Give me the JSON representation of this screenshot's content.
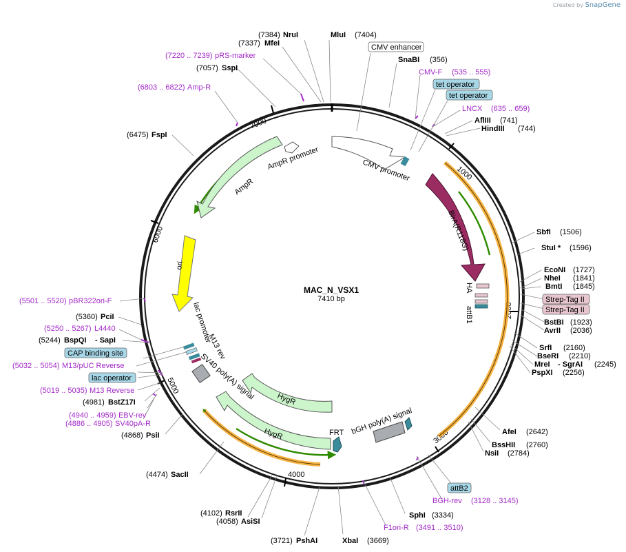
{
  "credit": {
    "prefix": "Created by",
    "brand": "SnapGene"
  },
  "plasmid": {
    "name": "MAC_N_VSX1",
    "size": "7410 bp"
  },
  "ticks": [
    {
      "label": "1000"
    },
    {
      "label": "2000"
    },
    {
      "label": "3000"
    },
    {
      "label": "4000"
    },
    {
      "label": "5000"
    },
    {
      "label": "6000"
    },
    {
      "label": "7000"
    }
  ],
  "sites_bold": [
    {
      "name": "NruI",
      "pos": "(7384)"
    },
    {
      "name": "MluI",
      "pos": "(7404)"
    },
    {
      "name": "MfeI",
      "pos": "(7337)"
    },
    {
      "name": "SnaBI",
      "pos": "(356)"
    },
    {
      "name": "SspI",
      "pos": "(7057)"
    },
    {
      "name": "AflIII",
      "pos": "(741)"
    },
    {
      "name": "HindIII",
      "pos": "(744)"
    },
    {
      "name": "FspI",
      "pos": "(6475)"
    },
    {
      "name": "SbfI",
      "pos": "(1506)"
    },
    {
      "name": "StuI *",
      "pos": "(1596)"
    },
    {
      "name": "EcoNI",
      "pos": "(1727)"
    },
    {
      "name": "NheI",
      "pos": "(1841)"
    },
    {
      "name": "BmtI",
      "pos": "(1845)"
    },
    {
      "name": "BstBI",
      "pos": "(1923)"
    },
    {
      "name": "AvrII",
      "pos": "(2036)"
    },
    {
      "name": "PciI",
      "pos": "(5360)"
    },
    {
      "name": "BspQI",
      "pos": "(5244)"
    },
    {
      "name": "SrfI",
      "pos": "(2160)"
    },
    {
      "name": "BseRI",
      "pos": "(2210)"
    },
    {
      "name": "MreI",
      "pos": "(2245)"
    },
    {
      "name": "PspXI",
      "pos": "(2256)"
    },
    {
      "name": "BstZ17I",
      "pos": "(4981)"
    },
    {
      "name": "PsiI",
      "pos": "(4868)"
    },
    {
      "name": "AfeI",
      "pos": "(2642)"
    },
    {
      "name": "BssHII",
      "pos": "(2760)"
    },
    {
      "name": "NsiI",
      "pos": "(2784)"
    },
    {
      "name": "SacII",
      "pos": "(4474)"
    },
    {
      "name": "RsrII",
      "pos": "(4102)"
    },
    {
      "name": "AsiSI",
      "pos": "(4058)"
    },
    {
      "name": "SphI",
      "pos": "(3334)"
    },
    {
      "name": "PshAI",
      "pos": "(3721)"
    },
    {
      "name": "XbaI",
      "pos": "(3669)"
    }
  ],
  "site_aliases": {
    "sapI": "- SapI",
    "sgrAI": "- SgrAI"
  },
  "primers": [
    {
      "name": "pRS-marker",
      "range": "(7220 .. 7239)"
    },
    {
      "name": "Amp-R",
      "range": "(6803 .. 6822)"
    },
    {
      "name": "CMV-F",
      "range": "(535 .. 555)"
    },
    {
      "name": "LNCX",
      "range": "(635 .. 659)"
    },
    {
      "name": "pBR322ori-F",
      "range": "(5501 .. 5520)"
    },
    {
      "name": "L4440",
      "range": "(5250 .. 5267)"
    },
    {
      "name": "M13/pUC Reverse",
      "range": "(5032 .. 5054)"
    },
    {
      "name": "M13 Reverse",
      "range": "(5019 .. 5035)"
    },
    {
      "name": "EBV-rev",
      "range": "(4940 .. 4959)"
    },
    {
      "name": "SV40pA-R",
      "range": "(4886 .. 4905)"
    },
    {
      "name": "BGH-rev",
      "range": "(3128 .. 3145)"
    },
    {
      "name": "F1ori-R",
      "range": "(3491 .. 3510)"
    }
  ],
  "boxed": [
    {
      "name": "CMV enhancer"
    },
    {
      "name": "tet operator"
    },
    {
      "name": "tet operator"
    },
    {
      "name": "Strep-Tag II"
    },
    {
      "name": "Strep-Tag II"
    },
    {
      "name": "CAP binding site"
    },
    {
      "name": "lac operator"
    },
    {
      "name": "attB2"
    }
  ],
  "features": [
    {
      "name": "CMV promoter"
    },
    {
      "name": "BirA(R118G)"
    },
    {
      "name": "HA"
    },
    {
      "name": "attB1"
    },
    {
      "name": "AmpR promoter"
    },
    {
      "name": "AmpR"
    },
    {
      "name": "ori"
    },
    {
      "name": "lac promoter"
    },
    {
      "name": "M13 rev"
    },
    {
      "name": "SV40 poly(A) signal"
    },
    {
      "name": "HygR"
    },
    {
      "name": "HygR"
    },
    {
      "name": "FRT"
    },
    {
      "name": "bGH poly(A) signal"
    }
  ],
  "colors": {
    "birA": "#9b2c62",
    "ampR": "#ccf5cc",
    "ori": "#ffff00",
    "orf_green": "#2e8b00",
    "orf_orange": "#f5a623",
    "promoter": "#ffffff",
    "polyA": "#a9adb1",
    "teal": "#3a8c9c",
    "tag": "#e8c6cf",
    "primer": "#a329c8",
    "box_blue": "#a8d8e8"
  }
}
